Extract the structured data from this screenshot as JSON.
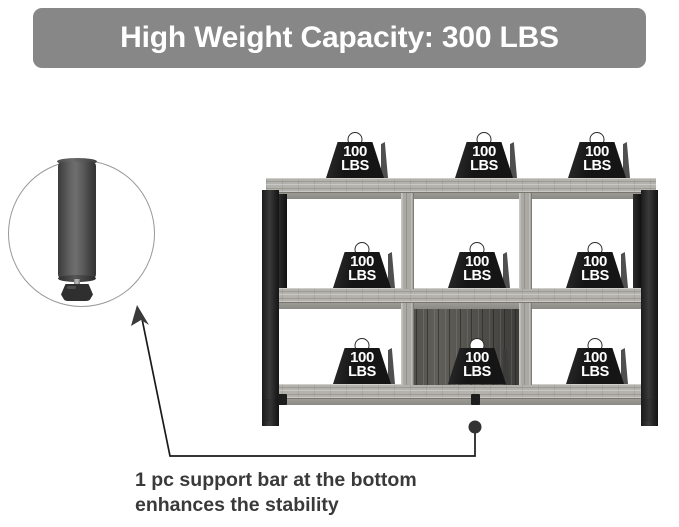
{
  "banner": {
    "text": "High Weight Capacity: 300 LBS",
    "background_color": "#878787",
    "text_color": "#ffffff"
  },
  "inset": {
    "name": "adjustable-leg-detail",
    "outline_color": "#999999",
    "leg_color": "#5a5a5a",
    "foot_color": "#2f2f2f"
  },
  "callout": {
    "dot_color": "#333333",
    "line_color": "#1a1a1a",
    "caption_line1": "1 pc support bar at the bottom",
    "caption_line2": "enhances the stability",
    "caption_color": "#3a3a3a"
  },
  "shelf": {
    "wood_color": "#b3b2ac",
    "back_panel_color": "#55534e",
    "frame_color": "#242424",
    "rows": 3,
    "columns": 3
  },
  "weights": {
    "unit_label": "LBS",
    "value_label": "100",
    "count": 9,
    "color": "#151515",
    "text_color": "#ffffff",
    "items": [
      {
        "id": "weight-top-left",
        "value": "100",
        "unit": "LBS"
      },
      {
        "id": "weight-top-center",
        "value": "100",
        "unit": "LBS"
      },
      {
        "id": "weight-top-right",
        "value": "100",
        "unit": "LBS"
      },
      {
        "id": "weight-mid-left",
        "value": "100",
        "unit": "LBS"
      },
      {
        "id": "weight-mid-center",
        "value": "100",
        "unit": "LBS"
      },
      {
        "id": "weight-mid-right",
        "value": "100",
        "unit": "LBS"
      },
      {
        "id": "weight-bottom-left",
        "value": "100",
        "unit": "LBS"
      },
      {
        "id": "weight-bottom-center",
        "value": "100",
        "unit": "LBS"
      },
      {
        "id": "weight-bottom-right",
        "value": "100",
        "unit": "LBS"
      }
    ]
  }
}
